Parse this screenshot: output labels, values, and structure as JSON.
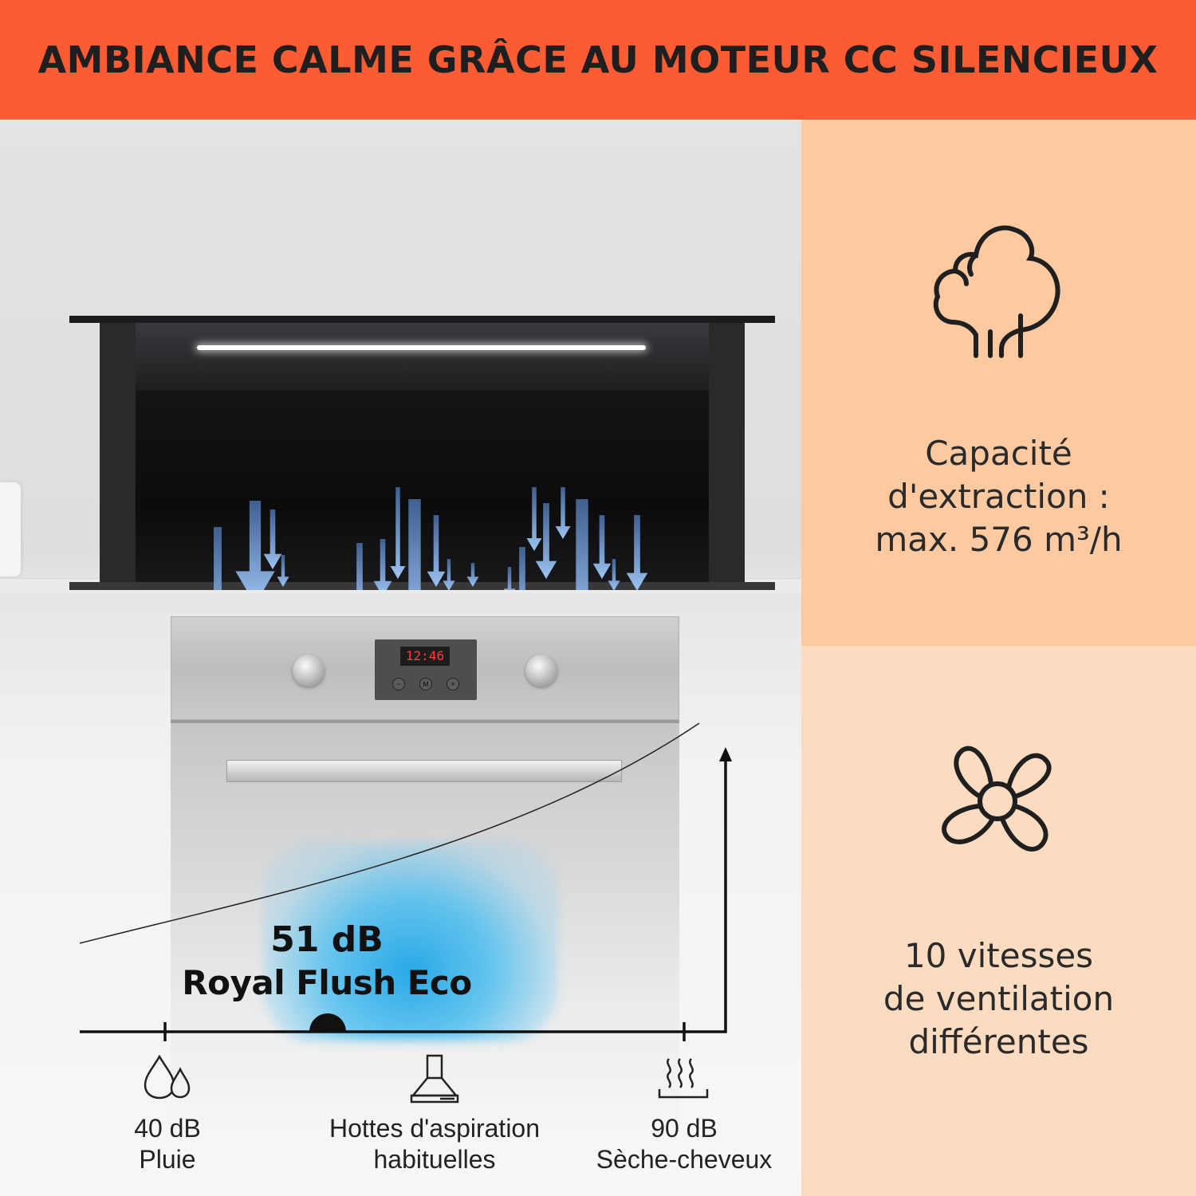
{
  "banner": {
    "title": "AMBIANCE CALME GRÂCE AU MOTEUR CC SILENCIEUX"
  },
  "oven": {
    "clock": "12:46"
  },
  "highlight": {
    "value": "51 dB",
    "name": "Royal Flush Eco"
  },
  "scale": {
    "items": [
      {
        "icon": "raindrops-icon",
        "line1": "40 dB",
        "line2": "Pluie"
      },
      {
        "icon": "range-hood-icon",
        "line1": "Hottes d'aspiration",
        "line2": "habituelles"
      },
      {
        "icon": "hair-dryer-heat-icon",
        "line1": "90 dB",
        "line2": "Sèche-cheveux"
      }
    ]
  },
  "features": [
    {
      "icon": "smoke-cloud-icon",
      "lines": [
        "Capacité",
        "d'extraction :",
        "max. 576 m³/h"
      ]
    },
    {
      "icon": "fan-icon",
      "lines": [
        "10 vitesses",
        "de ventilation",
        "différentes"
      ]
    }
  ],
  "colors": {
    "banner": "#fb5c33",
    "panel_top": "#fcc9a1",
    "panel_bottom": "#fcdcc0",
    "airflow": "#8fb8ea",
    "glow": "#1ea5e6"
  }
}
